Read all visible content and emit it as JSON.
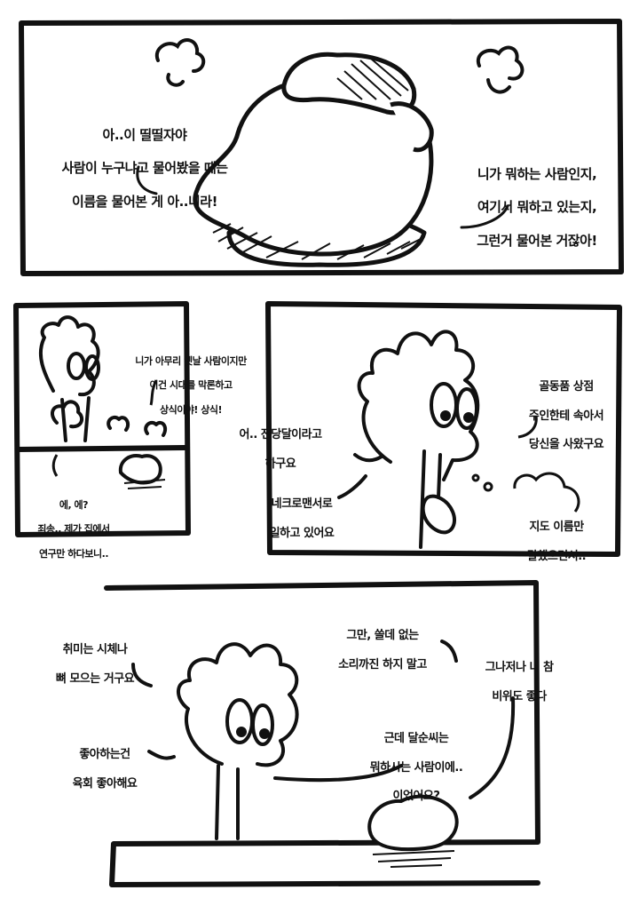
{
  "panels": {
    "panel1": {
      "left_bubble": [
        "아..이 띨띨자야",
        "사람이 누구냐고 물어봤을 때는",
        "이름을 물어본 게 아..니라!"
      ],
      "right_bubble": [
        "니가 뭐하는 사람인지,",
        "여기서 뭐하고 있는지,",
        "그런거 물어본 거잖아!"
      ]
    },
    "panel2": {
      "top_bubble": [
        "니가 아무리 옛날 사람이지만",
        "이건 시대를 막론하고",
        "상식이야! 상식!"
      ],
      "bottom_bubble": [
        "에, 에?",
        "죄송.. 제가 집에서",
        "연구만 하다보니.."
      ]
    },
    "panel3": {
      "left_bubble_1": [
        "어.. 전당달이라고",
        "하구요"
      ],
      "left_bubble_2": [
        "네크로맨서로",
        "일하고 있어요"
      ],
      "right_bubble_1": [
        "골동품 상점",
        "주인한테 속아서",
        "당신을 사왔구요"
      ],
      "thought_bubble": [
        "지도 이름만",
        "말했으면서.."
      ]
    },
    "panel4": {
      "left_bubble_1": [
        "취미는 시체나",
        "뼈 모으는 거구요"
      ],
      "left_bubble_2": [
        "좋아하는건",
        "육회 좋아해요"
      ],
      "top_bubble": [
        "그만, 쓸데 없는",
        "소리까진 하지 말고"
      ],
      "right_bubble": [
        "그나저나 너 참",
        "비위도 좋다"
      ],
      "center_bubble": [
        "근데 달순씨는",
        "뭐하시는 사람이에..",
        "이었어요?"
      ]
    }
  }
}
